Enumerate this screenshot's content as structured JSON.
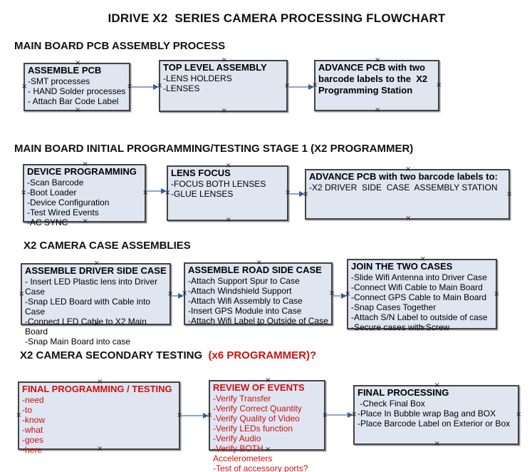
{
  "title": "IDRIVE X2  SERIES CAMERA PROCESSING FLOWCHART",
  "colors": {
    "box_fill": "#dfe6f2",
    "box_border": "#434343",
    "red_text": "#cc1111",
    "black_text": "#111111",
    "arrow_line": "#91a5c3",
    "arrow_head": "#3a5d9c"
  },
  "sections": [
    {
      "heading": "MAIN BOARD PCB ASSEMBLY PROCESS",
      "boxes": [
        {
          "title": "ASSEMBLE PCB",
          "items": [
            "-SMT processes",
            "- HAND Solder processes",
            "- Attach Bar Code Label"
          ]
        },
        {
          "title": "TOP LEVEL ASSEMBLY",
          "items": [
            "-LENS HOLDERS",
            "-LENSES"
          ]
        },
        {
          "title": "ADVANCE PCB with two barcode labels to the  X2 Programming Station",
          "items": []
        }
      ]
    },
    {
      "heading": "MAIN BOARD INITIAL PROGRAMMING/TESTING STAGE 1 (X2 PROGRAMMER)",
      "boxes": [
        {
          "title": "DEVICE PROGRAMMING",
          "items": [
            "-Scan Barcode",
            "-Boot Loader",
            "-Device Configuration",
            "-Test Wired Events",
            "-AC SYNC"
          ]
        },
        {
          "title": "LENS FOCUS",
          "items": [
            "-FOCUS BOTH LENSES",
            "-GLUE LENSES"
          ]
        },
        {
          "title": "ADVANCE PCB with two barcode labels to:",
          "items": [
            "-X2 DRIVER  SIDE  CASE  ASSEMBLY STATION"
          ]
        }
      ]
    },
    {
      "heading": "X2 CAMERA CASE ASSEMBLIES",
      "boxes": [
        {
          "title": "ASSEMBLE DRIVER SIDE CASE",
          "items": [
            "- Insert LED Plastic lens into Driver Case",
            "-Snap LED Board with Cable into Case",
            "-Connect LED Cable to X2 Main Board",
            "-Snap Main Board into case"
          ]
        },
        {
          "title": "ASSEMBLE ROAD SIDE CASE",
          "items": [
            "-Attach Support Spur to Case",
            "-Attach Windshield Support",
            "-Attach Wifi Assembly to Case",
            "-Insert GPS Module into Case",
            "-Attach Wifi Label to Outside of Case"
          ]
        },
        {
          "title": "JOIN THE TWO CASES",
          "items": [
            "-Slide Wifi Antenna into Driver Case",
            "-Connect Wifi Cable to Main Board",
            "-Connect GPS Cable to Main Board",
            "-Snap Cases Together",
            "-Attach S/N Label to outside of case",
            "-Secure cases with Screw"
          ]
        }
      ]
    },
    {
      "heading": "X2 CAMERA SECONDARY TESTING",
      "heading_red": "  (x6 PROGRAMMER)?",
      "boxes": [
        {
          "title": "FINAL PROGRAMMING / TESTING",
          "text_color": "#cc1111",
          "items": [
            "-need",
            "-to",
            "-know",
            "-what",
            "-goes",
            "-here"
          ]
        },
        {
          "title": "REVIEW OF EVENTS",
          "text_color": "#cc1111",
          "items": [
            "-Verify Transfer",
            "-Verify Correct Quantity",
            "-Verify Quality of Video",
            "-Verify LEDs function",
            "-Verify Audio",
            "-Verify BOTH Accelerometers",
            "-Test of accessory ports?"
          ]
        },
        {
          "title": "FINAL PROCESSING",
          "items": [
            " -Check Final Box",
            "-Place In Bubble wrap Bag and BOX",
            "-Place Barcode Label on Exterior or Box"
          ]
        }
      ]
    }
  ]
}
